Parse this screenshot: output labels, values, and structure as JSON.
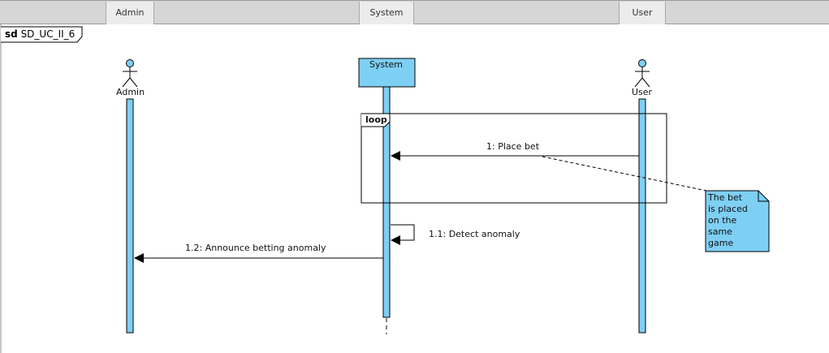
{
  "header": {
    "tabs": [
      {
        "label": "Admin"
      },
      {
        "label": "System"
      },
      {
        "label": "User"
      }
    ]
  },
  "frame": {
    "keyword": "sd",
    "name": "SD_UC_II_6"
  },
  "lifelines": {
    "admin": {
      "label": "Admin",
      "kind": "actor"
    },
    "system": {
      "label": "System",
      "kind": "object"
    },
    "user": {
      "label": "User",
      "kind": "actor"
    }
  },
  "fragment": {
    "operator": "loop"
  },
  "messages": [
    {
      "label": "1: Place bet",
      "from": "User",
      "to": "System"
    },
    {
      "label": "1.1: Detect anomaly",
      "from": "System",
      "to": "System"
    },
    {
      "label": "1.2: Announce betting anomaly",
      "from": "System",
      "to": "Admin"
    }
  ],
  "note": {
    "text": "The bet\nis placed\non the\nsame\ngame"
  },
  "colors": {
    "fill": "#7ecff4",
    "line": "#000000",
    "header_bg": "#d6d6d6",
    "tab_bg": "#ececec"
  }
}
